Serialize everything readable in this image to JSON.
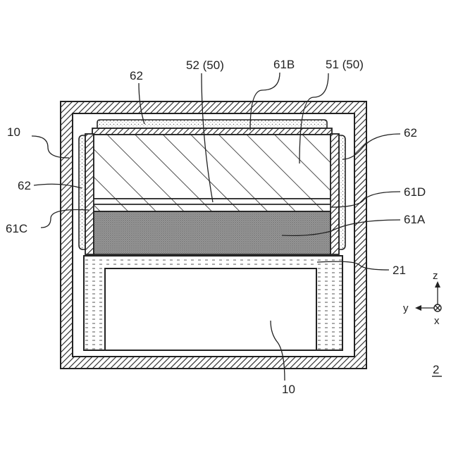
{
  "figure": {
    "number": "2",
    "labels": {
      "l10_left": "10",
      "l62_topleft": "62",
      "l52": "52 (50)",
      "l61B": "61B",
      "l51": "51 (50)",
      "l62_right": "62",
      "l62_left": "62",
      "l61D": "61D",
      "l61C": "61C",
      "l61A": "61A",
      "l21": "21",
      "l10_bottom": "10"
    },
    "axes": {
      "z": "z",
      "y": "y",
      "x": "x"
    }
  }
}
